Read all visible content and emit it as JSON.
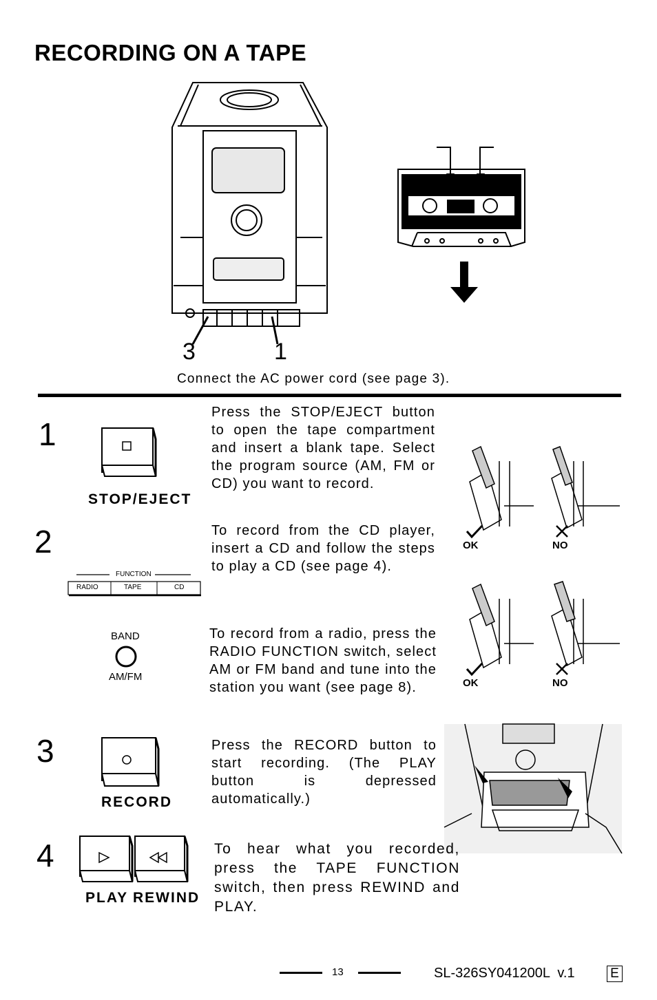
{
  "page": {
    "title": "RECORDING ON A TAPE",
    "connect_note": "Connect the AC power cord (see page 3).",
    "callouts": {
      "left": "3",
      "right": "1"
    }
  },
  "steps": [
    {
      "number": "1",
      "button_label": "STOP/EJECT",
      "text": "Press the STOP/EJECT button to open the tape compartment and insert a blank tape.  Select the program source (AM, FM or CD) you want to record."
    },
    {
      "number": "2",
      "text": "To record from the CD player, insert a CD and follow the steps to play a CD (see page 4).",
      "function_switch": {
        "title": "FUNCTION",
        "options": [
          "RADIO",
          "TAPE",
          "CD"
        ]
      },
      "band_knob": {
        "top": "BAND",
        "bottom": "AM/FM"
      },
      "radio_text": "To record from a radio, press the RADIO FUNCTION switch, select AM or FM band and tune into the station you want (see page 8)."
    },
    {
      "number": "3",
      "button_label": "RECORD",
      "text": "Press the RECORD button to start recording. (The PLAY button is depressed automatically.)"
    },
    {
      "number": "4",
      "button_labels": [
        "PLAY",
        "REWIND"
      ],
      "text": "To hear what you recorded, press the TAPE FUNCTION switch, then press REWIND and PLAY."
    }
  ],
  "insert_diagrams": [
    {
      "verdict": "OK"
    },
    {
      "verdict": "NO"
    },
    {
      "verdict": "OK"
    },
    {
      "verdict": "NO"
    }
  ],
  "footer": {
    "page_number": "13",
    "model": "SL-326SY041200L  v.1",
    "lang_badge": "E"
  }
}
